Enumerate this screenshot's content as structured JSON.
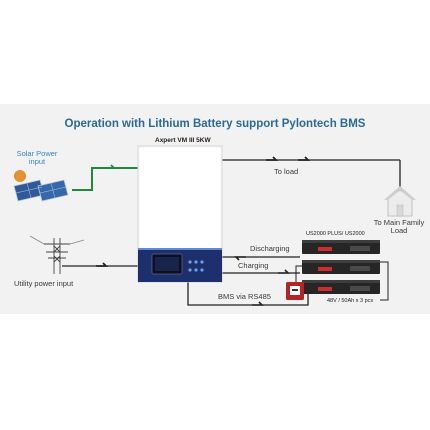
{
  "title": "Operation with Lithium Battery support Pylontech BMS",
  "inverter": {
    "model": "Axpert VM III 5KW"
  },
  "nodes": {
    "solar": "Solar Power input",
    "utility": "Utility power input",
    "load": "To Main Family Load",
    "battery_model": "US2000 PLUS/ US2000",
    "battery_spec": "48V / 50Ah x 3 pcs"
  },
  "flows": {
    "to_load": "To load",
    "discharging": "Discharging",
    "charging": "Charging",
    "bms": "BMS via RS485"
  },
  "colors": {
    "title": "#2b6a97",
    "solar_line": "#1f8a3a",
    "label_blue": "#3a82c4",
    "inverter_band": "#1e2f6e"
  }
}
